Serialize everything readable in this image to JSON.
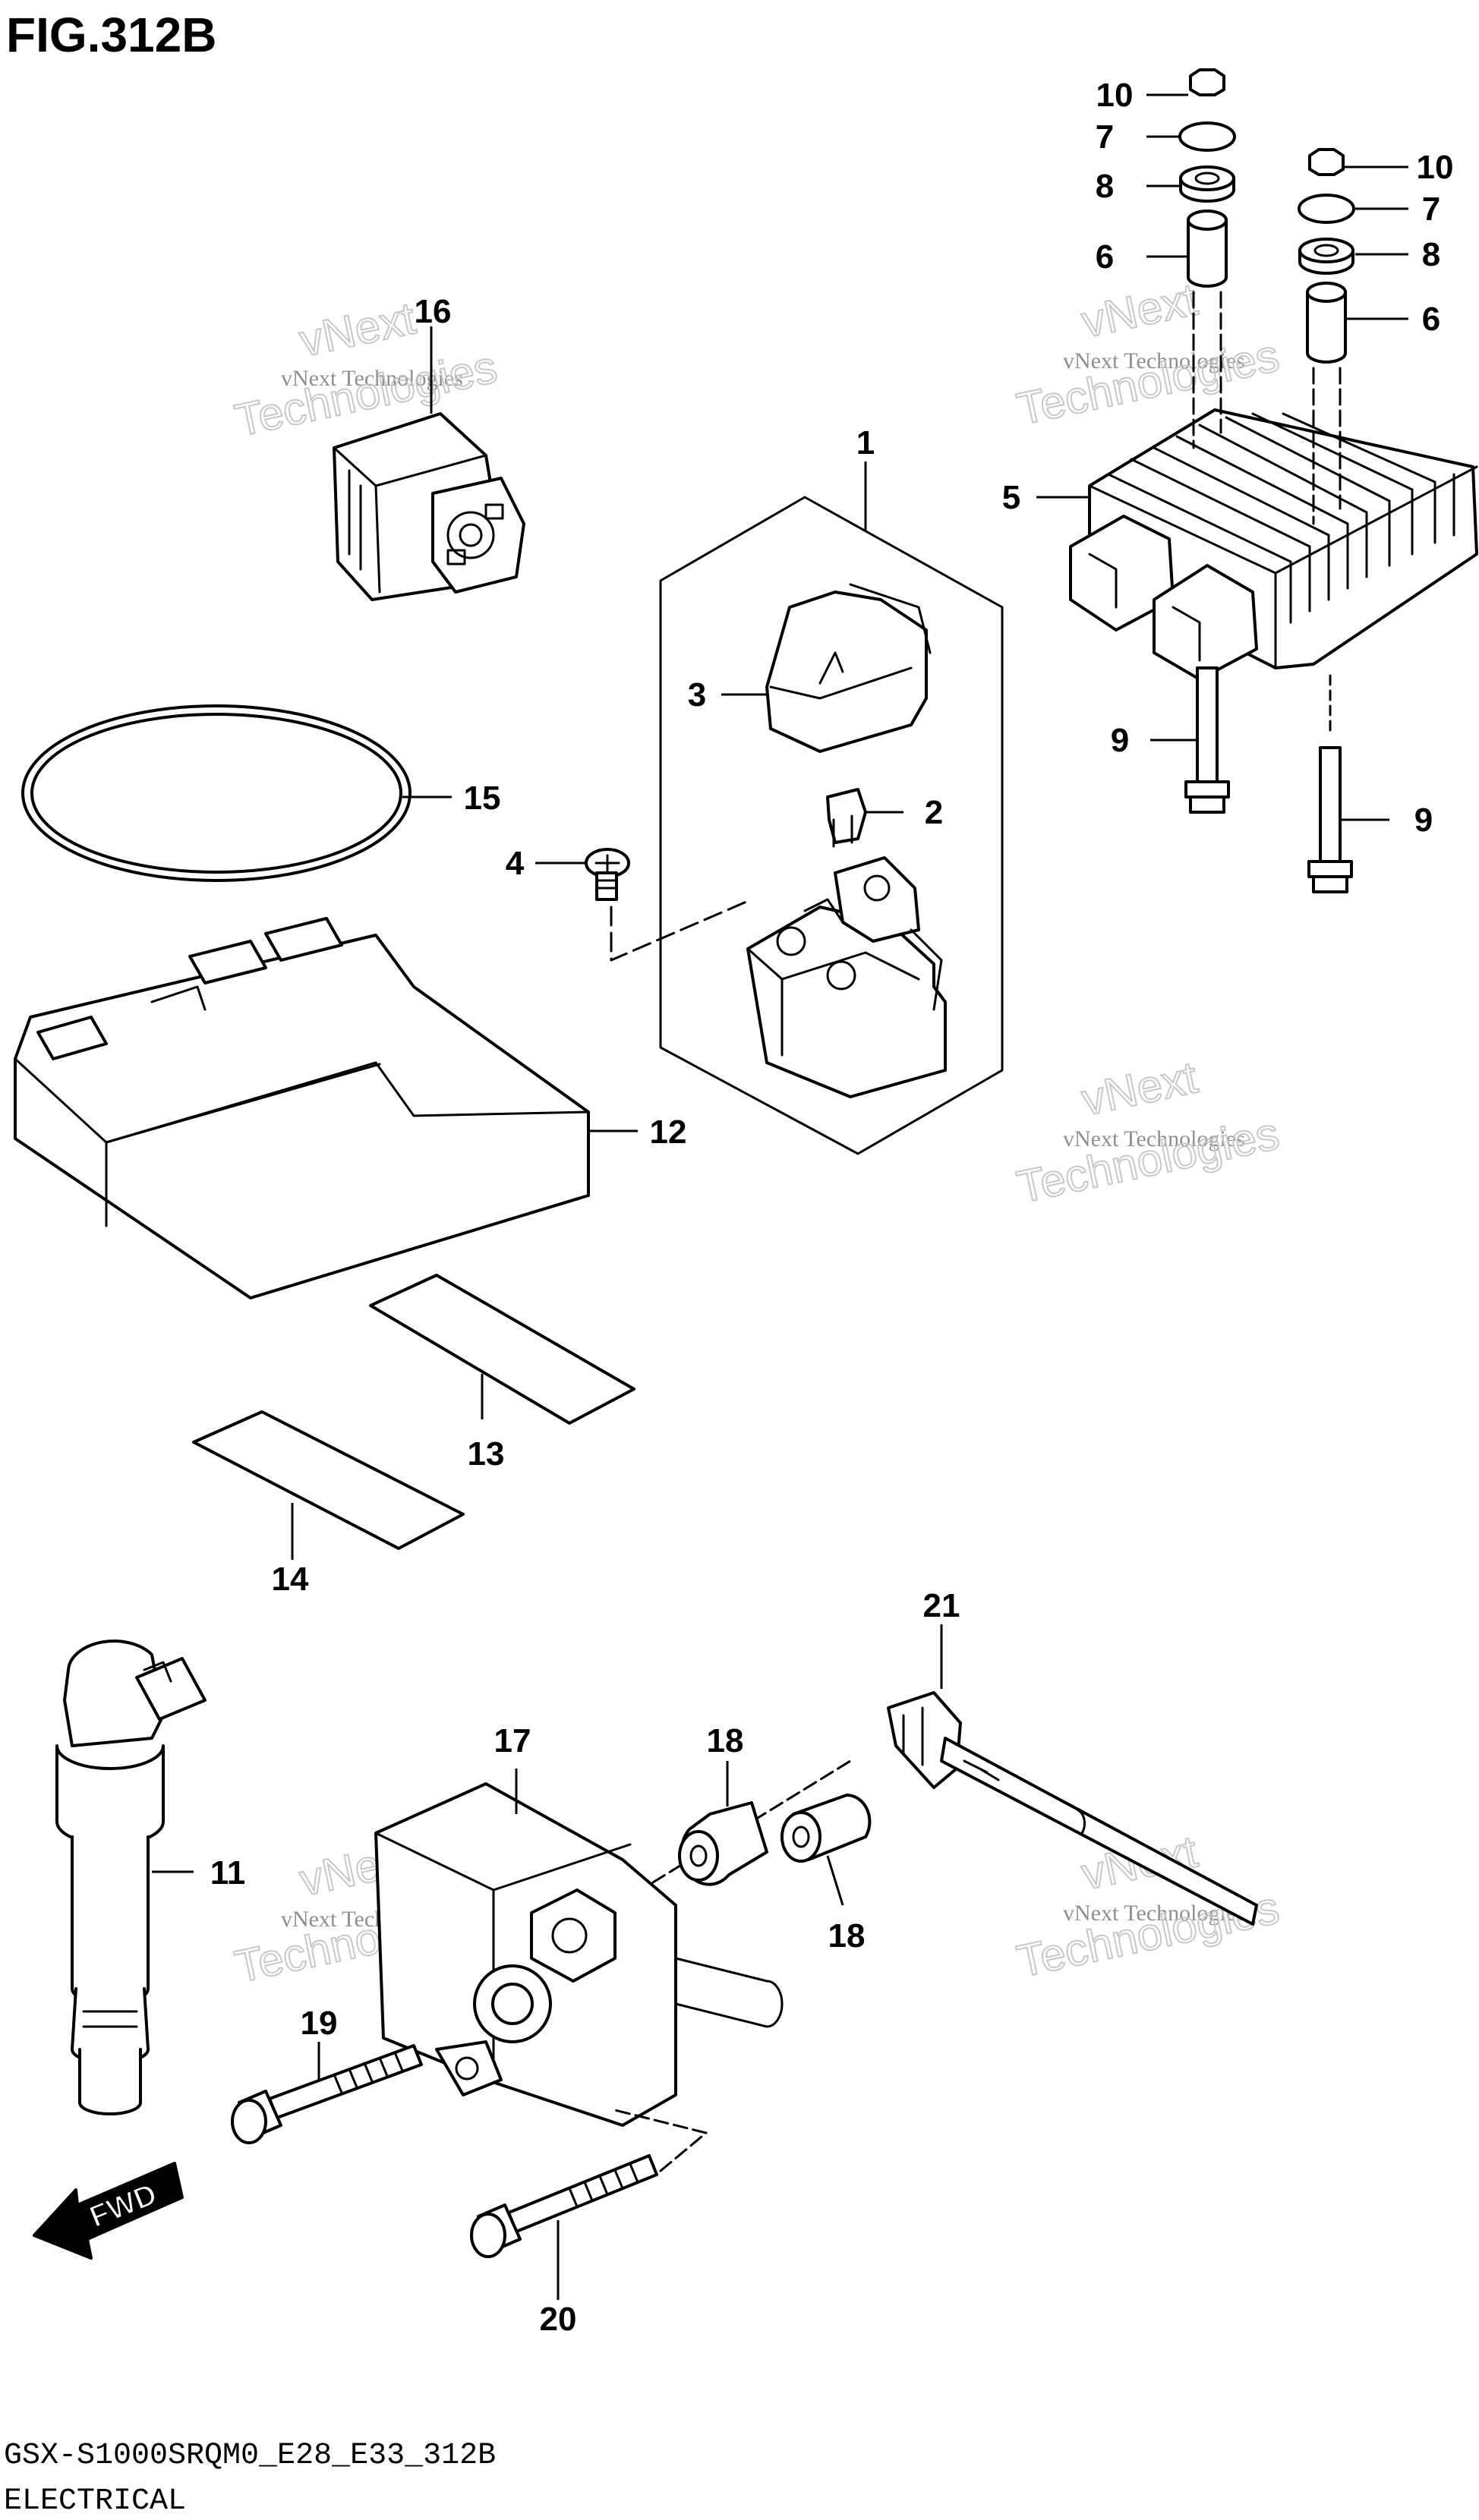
{
  "figure": {
    "title": "FIG.312B",
    "code": "GSX-S1000SRQM0_E28_E33_312B",
    "group": "ELECTRICAL"
  },
  "watermark": {
    "line1": "vNext Technologies",
    "line2": "vNext",
    "line3": "Technologies"
  },
  "direction_marker": "FWD",
  "callouts": [
    "1",
    "2",
    "3",
    "4",
    "5",
    "6",
    "6",
    "7",
    "7",
    "8",
    "8",
    "9",
    "9",
    "10",
    "10",
    "11",
    "12",
    "13",
    "14",
    "15",
    "16",
    "17",
    "18",
    "18",
    "19",
    "20",
    "21"
  ]
}
